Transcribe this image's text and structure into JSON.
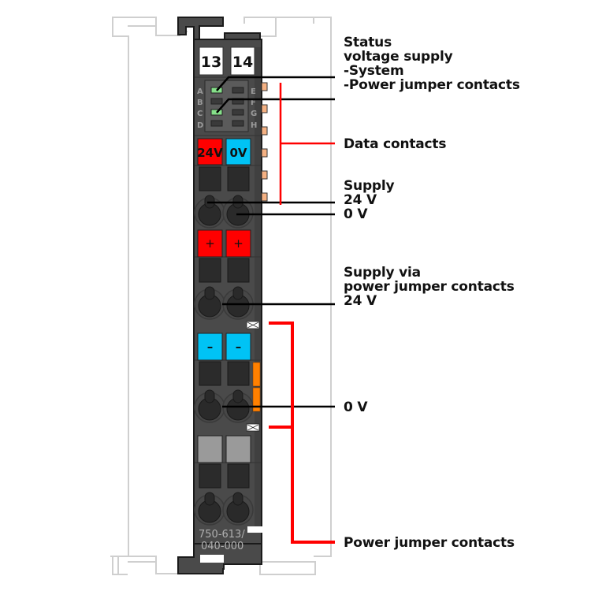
{
  "module": {
    "terminal_numbers": [
      "13",
      "14"
    ],
    "led_rows_left": [
      "A",
      "B",
      "C",
      "D"
    ],
    "led_rows_right": [
      "E",
      "F",
      "G",
      "H"
    ],
    "supply_labels": [
      "24V",
      "0V"
    ],
    "plus_labels": [
      "+",
      "+"
    ],
    "minus_labels": [
      "–",
      "–"
    ],
    "part_number_line1": "750-613/",
    "part_number_line2": "040-000",
    "leds": [
      {
        "row": "A",
        "state": "on",
        "color": "#86e08a"
      },
      {
        "row": "B",
        "state": "off"
      },
      {
        "row": "C",
        "state": "on",
        "color": "#86e08a"
      },
      {
        "row": "D",
        "state": "off"
      },
      {
        "row": "E",
        "state": "off"
      },
      {
        "row": "F",
        "state": "off"
      },
      {
        "row": "G",
        "state": "off"
      },
      {
        "row": "H",
        "state": "off"
      }
    ]
  },
  "labels": {
    "status": {
      "line1": "Status",
      "line2": "voltage supply",
      "line3": "-System",
      "line4": "-Power jumper contacts"
    },
    "data_contacts": "Data contacts",
    "supply": {
      "line1": "Supply",
      "line2": "24 V",
      "line3": "0 V"
    },
    "supply_via": {
      "line1": "Supply via",
      "line2": "power jumper contacts",
      "line3": "24 V"
    },
    "zero_v": "0 V",
    "power_jumper_contacts": "Power jumper contacts"
  },
  "colors": {
    "body": "#4a4a4a",
    "body_dark": "#2a2a2a",
    "red_terminal": "#ff0000",
    "blue_terminal": "#00c3f5",
    "grey_terminal": "#9a9a9a",
    "data_contact": "#f4b183",
    "orange_contact": "#ff8000",
    "bracket_red": "#ff0000",
    "rail": "#c8c8c8"
  }
}
